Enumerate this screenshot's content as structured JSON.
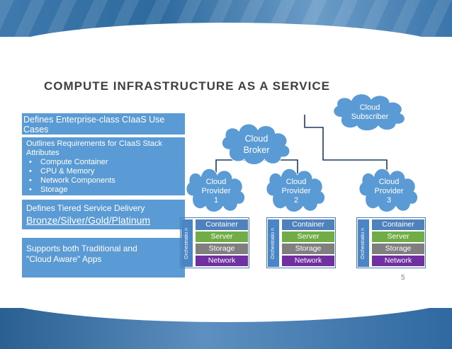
{
  "title": "COMPUTE INFRASTRUCTURE AS A SERVICE",
  "left_panel": {
    "box1": "Defines Enterprise-class CIaaS Use Cases",
    "box2": {
      "lead": "Outlines Requirements for CIaaS Stack Attributes",
      "items": [
        "Compute Container",
        "CPU & Memory",
        "Network Components",
        "Storage"
      ]
    },
    "box3": {
      "line1": "Defines Tiered Service Delivery",
      "line2": "Bronze/Silver/Gold/Platinum"
    },
    "box4": {
      "line1": "Supports both Traditional and",
      "line2": "\"Cloud Aware\" Apps"
    }
  },
  "clouds": {
    "subscriber": {
      "line1": "Cloud",
      "line2": "Subscriber"
    },
    "broker": {
      "line1": "Cloud",
      "line2": "Broker"
    },
    "providers": [
      {
        "line1": "Cloud",
        "line2": "Provider",
        "line3": "1"
      },
      {
        "line1": "Cloud",
        "line2": "Provider",
        "line3": "2"
      },
      {
        "line1": "Cloud",
        "line2": "Provider",
        "line3": "3"
      }
    ]
  },
  "stack": {
    "orchestration": "Orchestratio n",
    "layers": [
      "Container",
      "Server",
      "Storage",
      "Network"
    ]
  },
  "colors": {
    "cloud": "#5b9bd5",
    "container": "#4f81bd",
    "server": "#70ad47",
    "storage": "#7f7f7f",
    "network": "#7030a0",
    "connector": "#1f3864"
  },
  "page_number": "5"
}
